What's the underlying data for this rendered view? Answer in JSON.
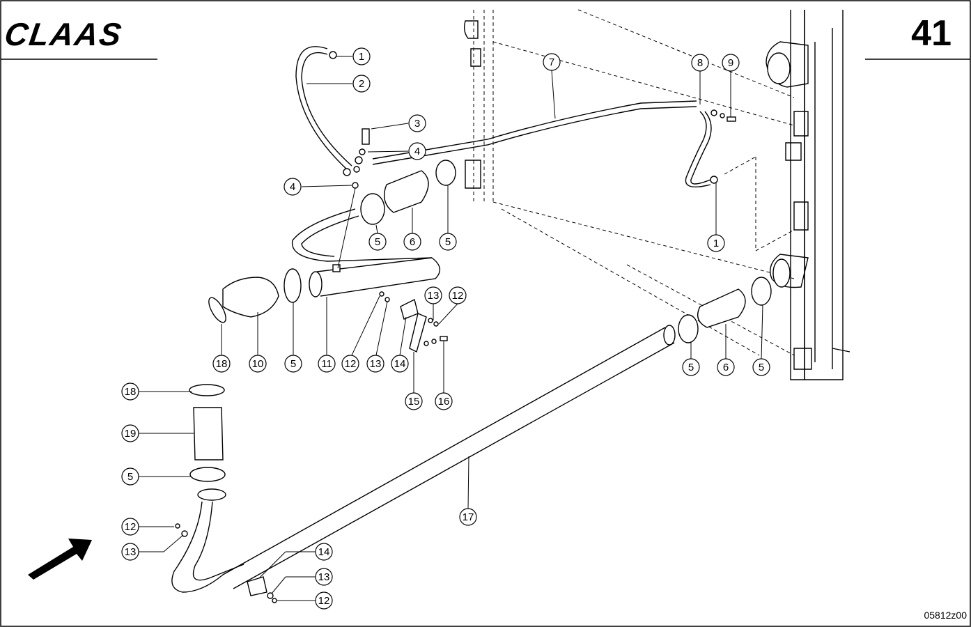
{
  "brand": "CLAAS",
  "page_number": "41",
  "drawing_code": "05812z00",
  "callouts": [
    {
      "id": "c1a",
      "label": "1"
    },
    {
      "id": "c2",
      "label": "2"
    },
    {
      "id": "c3",
      "label": "3"
    },
    {
      "id": "c4a",
      "label": "4"
    },
    {
      "id": "c4b",
      "label": "4"
    },
    {
      "id": "c7",
      "label": "7"
    },
    {
      "id": "c8",
      "label": "8"
    },
    {
      "id": "c9",
      "label": "9"
    },
    {
      "id": "c1b",
      "label": "1"
    },
    {
      "id": "c5a",
      "label": "5"
    },
    {
      "id": "c6a",
      "label": "6"
    },
    {
      "id": "c5b",
      "label": "5"
    },
    {
      "id": "c13a",
      "label": "13"
    },
    {
      "id": "c12a",
      "label": "12"
    },
    {
      "id": "c18a",
      "label": "18"
    },
    {
      "id": "c10",
      "label": "10"
    },
    {
      "id": "c5c",
      "label": "5"
    },
    {
      "id": "c11",
      "label": "11"
    },
    {
      "id": "c12b",
      "label": "12"
    },
    {
      "id": "c13b",
      "label": "13"
    },
    {
      "id": "c14a",
      "label": "14"
    },
    {
      "id": "c15",
      "label": "15"
    },
    {
      "id": "c16",
      "label": "16"
    },
    {
      "id": "c5d",
      "label": "5"
    },
    {
      "id": "c6b",
      "label": "6"
    },
    {
      "id": "c5e",
      "label": "5"
    },
    {
      "id": "c18b",
      "label": "18"
    },
    {
      "id": "c19",
      "label": "19"
    },
    {
      "id": "c5f",
      "label": "5"
    },
    {
      "id": "c17",
      "label": "17"
    },
    {
      "id": "c12c",
      "label": "12"
    },
    {
      "id": "c13c",
      "label": "13"
    },
    {
      "id": "c14b",
      "label": "14"
    },
    {
      "id": "c13d",
      "label": "13"
    },
    {
      "id": "c12d",
      "label": "12"
    }
  ]
}
